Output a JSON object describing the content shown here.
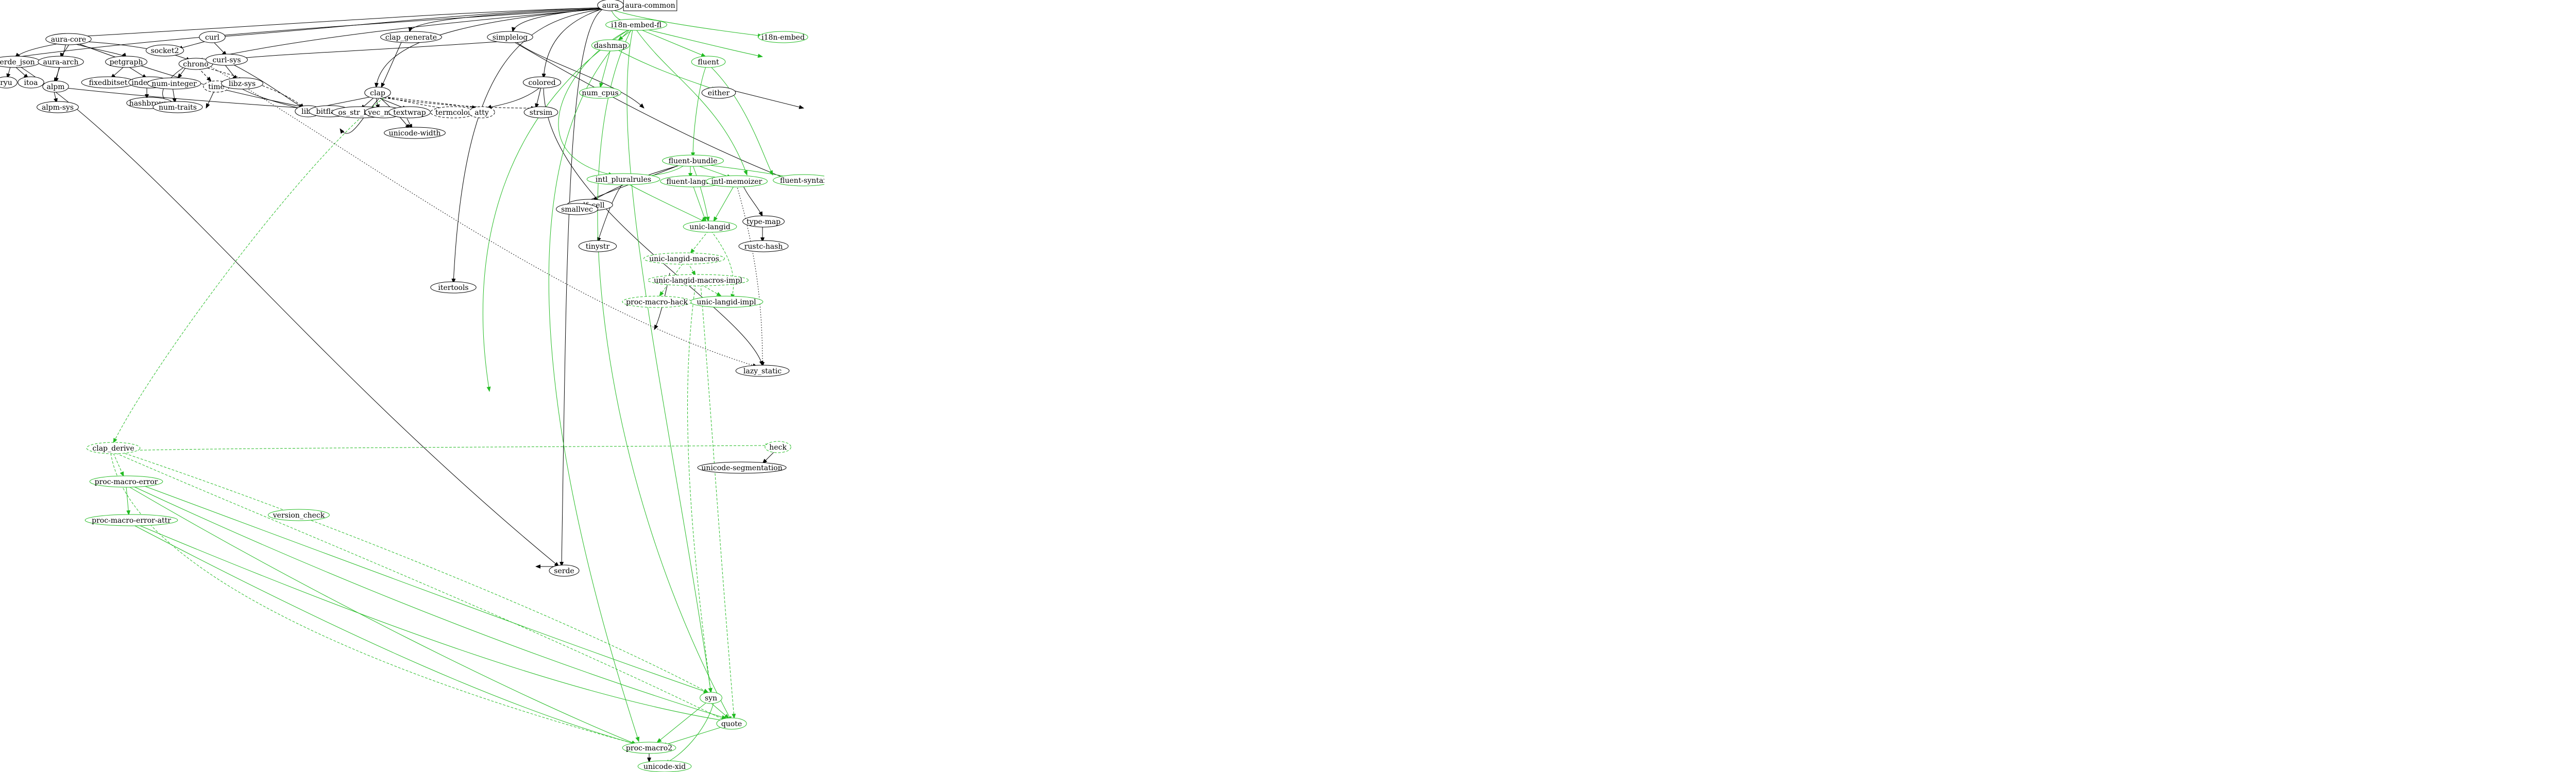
{
  "nodes": {
    "aura": "aura",
    "aura_common": "aura-common",
    "aura_core": "aura-core",
    "curl": "curl",
    "clap_generate": "clap_generate",
    "simplelog": "simplelog",
    "i18n_embed_fl": "i18n-embed-fl",
    "i18n_embed": "i18n-embed",
    "serde_json": "serde_json",
    "aura_arch": "aura-arch",
    "petgraph": "petgraph",
    "chrono": "chrono",
    "curl_sys": "curl-sys",
    "socket2": "socket2",
    "clap": "clap",
    "colored": "colored",
    "dashmap": "dashmap",
    "fluent": "fluent",
    "alpm": "alpm",
    "fixedbitset": "fixedbitset",
    "indexmap": "indexmap",
    "num_integer": "num-integer",
    "time": "time",
    "libz_sys": "libz-sys",
    "ryu": "ryu",
    "itoa": "itoa",
    "alpm_sys": "alpm-sys",
    "hashbrown": "hashbrown",
    "num_traits": "num-traits",
    "libc": "libc",
    "os_str_bytes": "os_str_bytes",
    "vec_map": "vec_map",
    "textwrap": "textwrap",
    "termcolor": "termcolor",
    "atty": "atty",
    "strsim": "strsim",
    "bitflags": "bitflags",
    "unicode_width": "unicode-width",
    "num_cpus": "num_cpus",
    "either": "either",
    "fluent_bundle": "fluent-bundle",
    "fluent_langneg": "fluent-langneg",
    "fluent_syntax": "fluent-syntax",
    "intl_pluralrules": "intl_pluralrules",
    "intl_memoizer": "intl-memoizer",
    "unic_langid": "unic-langid",
    "smallvec": "smallvec",
    "self_cell": "self_cell",
    "rustc_hash": "rustc-hash",
    "type_map": "type-map",
    "unic_langid_impl": "unic-langid-impl",
    "unic_langid_macros": "unic-langid-macros",
    "unic_langid_macros_impl": "unic-langid-macros-impl",
    "tinystr": "tinystr",
    "proc_macro_hack": "proc-macro-hack",
    "lazy_static": "lazy_static",
    "clap_derive": "clap_derive",
    "heck": "heck",
    "unicode_segmentation": "unicode-segmentation",
    "proc_macro_error": "proc-macro-error",
    "proc_macro_error_attr": "proc-macro-error-attr",
    "syn": "syn",
    "quote": "quote",
    "proc_macro2": "proc-macro2",
    "unicode_xid": "unicode-xid",
    "version_check": "version_check",
    "itertools": "itertools",
    "serde": "serde"
  }
}
